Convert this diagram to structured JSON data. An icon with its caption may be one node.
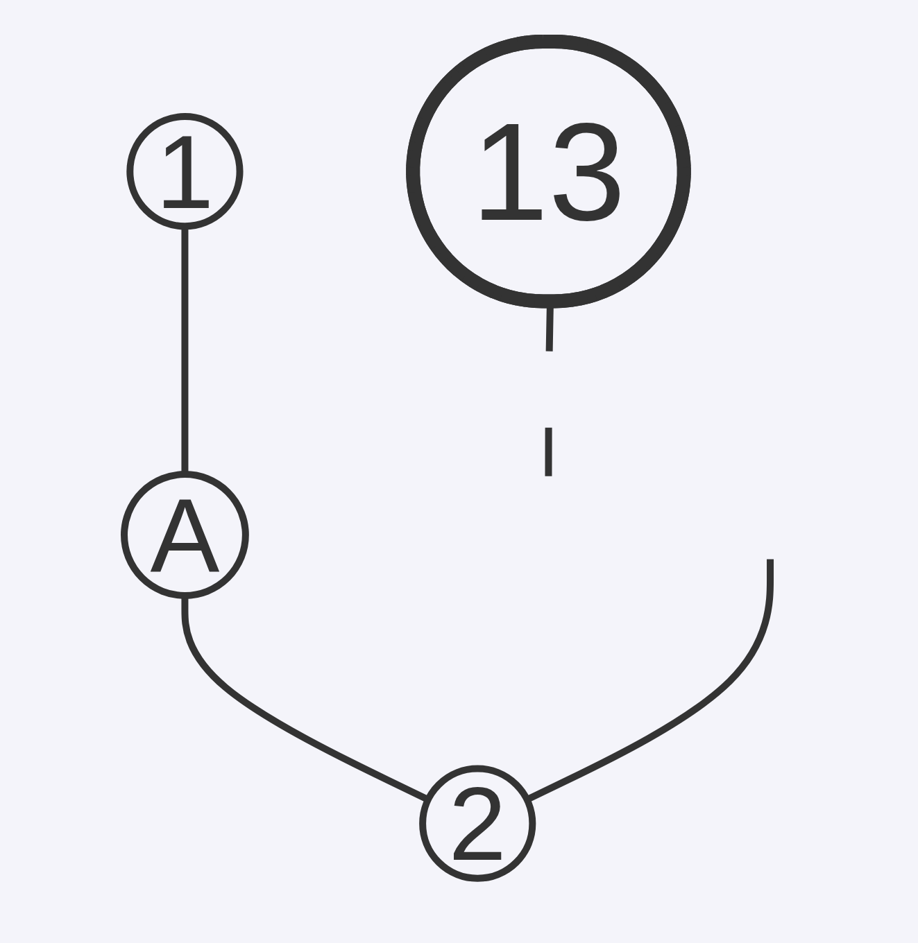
{
  "diagram": {
    "nodes": [
      {
        "text": [
          "13"
        ]
      },
      {
        "text": [
          "1"
        ]
      },
      {
        "text": [
          "A"
        ]
      },
      {
        "text": [
          "2"
        ]
      }
    ],
    "edges": [
      {
        "from": 0,
        "to": null,
        "arrow": "none",
        "style": "dashed"
      },
      {
        "from": 1,
        "to": 2,
        "arrow": "none"
      },
      {
        "from": 2,
        "to": 3,
        "arrow": "none"
      },
      {
        "from": null,
        "to": 3,
        "arrow": "none"
      }
    ]
  }
}
